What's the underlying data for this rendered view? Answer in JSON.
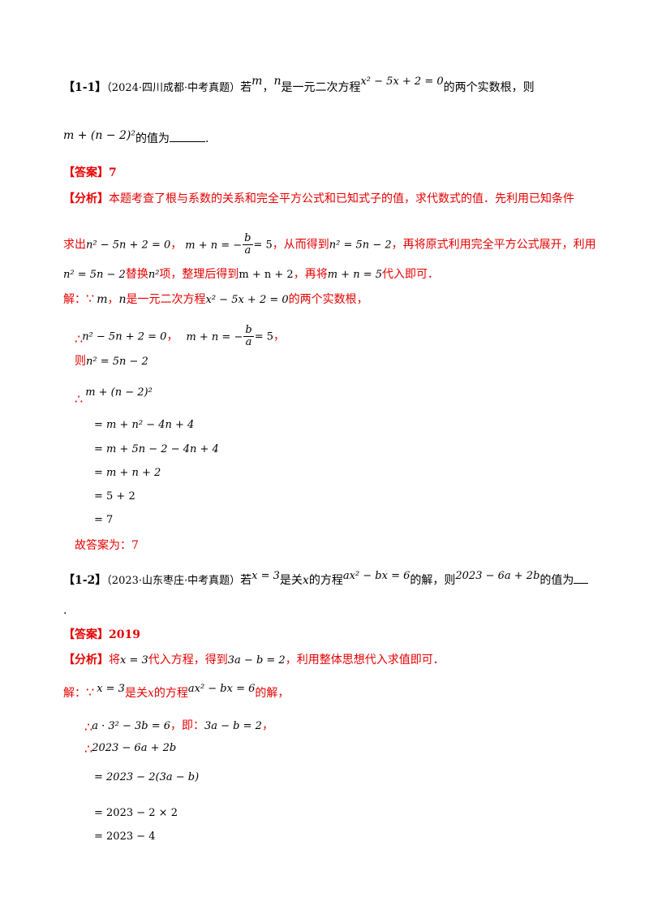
{
  "q1": {
    "label": "【1-1】",
    "source": "（2024·四川成都·中考真题）",
    "t1": "若",
    "m": "m",
    "comma": "，",
    "n": "n",
    "t2": "是一元二次方程",
    "eq": "x² − 5x + 2 = 0",
    "t3": "的两个实数根，则",
    "expr": "m + (n − 2)²",
    "t4": "的值为",
    "end": ".",
    "answer_label": "【答案】",
    "answer_value": "7",
    "analysis_label": "【分析】",
    "analysis_line1": "本题考查了根与系数的关系和完全平方公式和已知式子的值，求代数式的值．先利用已知条件",
    "analysis_l2_a": "求出",
    "analysis_l2_eq1": "n² − 5n + 2 = 0",
    "analysis_l2_sep": "，",
    "analysis_l2_eq2_left": "m + n = −",
    "analysis_l2_b": "b",
    "analysis_l2_a2": "a",
    "analysis_l2_eq2_right": "= 5",
    "analysis_l2_c": "，从而得到",
    "analysis_l2_eq3": "n² = 5n − 2",
    "analysis_l2_d": "，再将原式利用完全平方公式展开，利用",
    "analysis_l3_eq1": "n² = 5n − 2",
    "analysis_l3_a": "替换",
    "analysis_l3_n2": "n²",
    "analysis_l3_b": "项，整理后得到",
    "analysis_l3_eq2": "m + n + 2",
    "analysis_l3_c": "，再将",
    "analysis_l3_eq3": "m + n = 5",
    "analysis_l3_d": "代入即可．",
    "sol_label": "解：",
    "sol_because": "∵",
    "sol_l1_a": "m",
    "sol_l1_b": "，",
    "sol_l1_c": "n",
    "sol_l1_d": "是一元二次方程",
    "sol_l1_eq": "x² − 5x + 2 = 0",
    "sol_l1_e": "的两个实数根，",
    "sol_therefore": "∴",
    "sol_l2_eq1": "n² − 5n + 2 = 0",
    "sol_l2_sep": "，",
    "sol_l2_eq2_left": "m + n = −",
    "sol_l2_eq2_right": "= 5",
    "sol_l2_end": "，",
    "sol_l3_a": "则",
    "sol_l3_eq": "n² = 5n − 2",
    "sol_l4_eq": "m + (n − 2)²",
    "steps": [
      "= m + n² − 4n + 4",
      "= m + 5n − 2 − 4n + 4",
      "= m + n + 2",
      "= 5 + 2",
      "= 7"
    ],
    "final": "故答案为：7"
  },
  "q2": {
    "label": "【1-2】",
    "source": "（2023·山东枣庄·中考真题）",
    "t1": "若",
    "x3": "x = 3",
    "t2": "是关",
    "x": "x",
    "t3": "的方程",
    "eq": "ax² − bx = 6",
    "t4": "的解，则",
    "expr": "2023 − 6a + 2b",
    "t5": "的值为",
    "end": ".",
    "answer_label": "【答案】",
    "answer_value": "2019",
    "analysis_label": "【分析】",
    "analysis_a": "将",
    "analysis_eq1": "x = 3",
    "analysis_b": "代入方程，得到",
    "analysis_eq2": "3a − b = 2",
    "analysis_c": "，利用整体思想代入求值即可．",
    "sol_label": "解：",
    "sol_because": "∵",
    "sol_l1_eq": "x = 3",
    "sol_l1_a": "是关",
    "sol_l1_x": "x",
    "sol_l1_b": "的方程",
    "sol_l1_eq2": "ax² − bx = 6",
    "sol_l1_c": "的解，",
    "sol_therefore": "∴",
    "sol_l2_eq1": "a · 3² − 3b = 6",
    "sol_l2_a": "，即：",
    "sol_l2_eq2": "3a − b = 2",
    "sol_l2_b": "，",
    "sol_l3_eq": "2023 − 6a + 2b",
    "steps": [
      "= 2023 − 2(3a − b)",
      "= 2023 − 2 × 2",
      "= 2023 − 4"
    ]
  }
}
